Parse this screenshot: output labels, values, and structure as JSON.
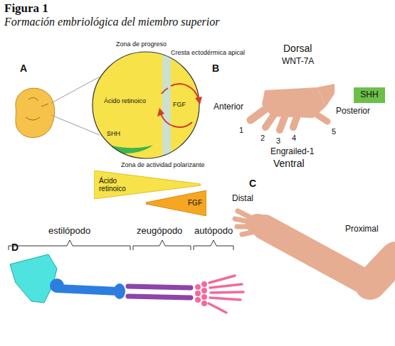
{
  "diagram": {
    "title": "Figura 1",
    "caption": "Formación embriológica del miembro superior",
    "nodes": [
      {
        "text": [
          "Ácido retinoico"
        ]
      },
      {
        "text": [
          "FGF"
        ]
      },
      {
        "text": [
          "SHH"
        ]
      }
    ],
    "labels": [
      "A",
      "Zona de progreso",
      "Cresta ectodérmica apical",
      "Ácido retinoico",
      "FGF",
      "SHH",
      "Zona de actividad polarizante",
      "B",
      "Dorsal",
      "WNT-7A",
      "Anterior",
      "Posterior",
      "1",
      "2",
      "3",
      "4",
      "5",
      "Engrailed-1",
      "Ventral",
      "C",
      "Distal",
      "Proximal",
      "D",
      "estilópodo",
      "zeugópodo",
      "autópodo"
    ]
  }
}
